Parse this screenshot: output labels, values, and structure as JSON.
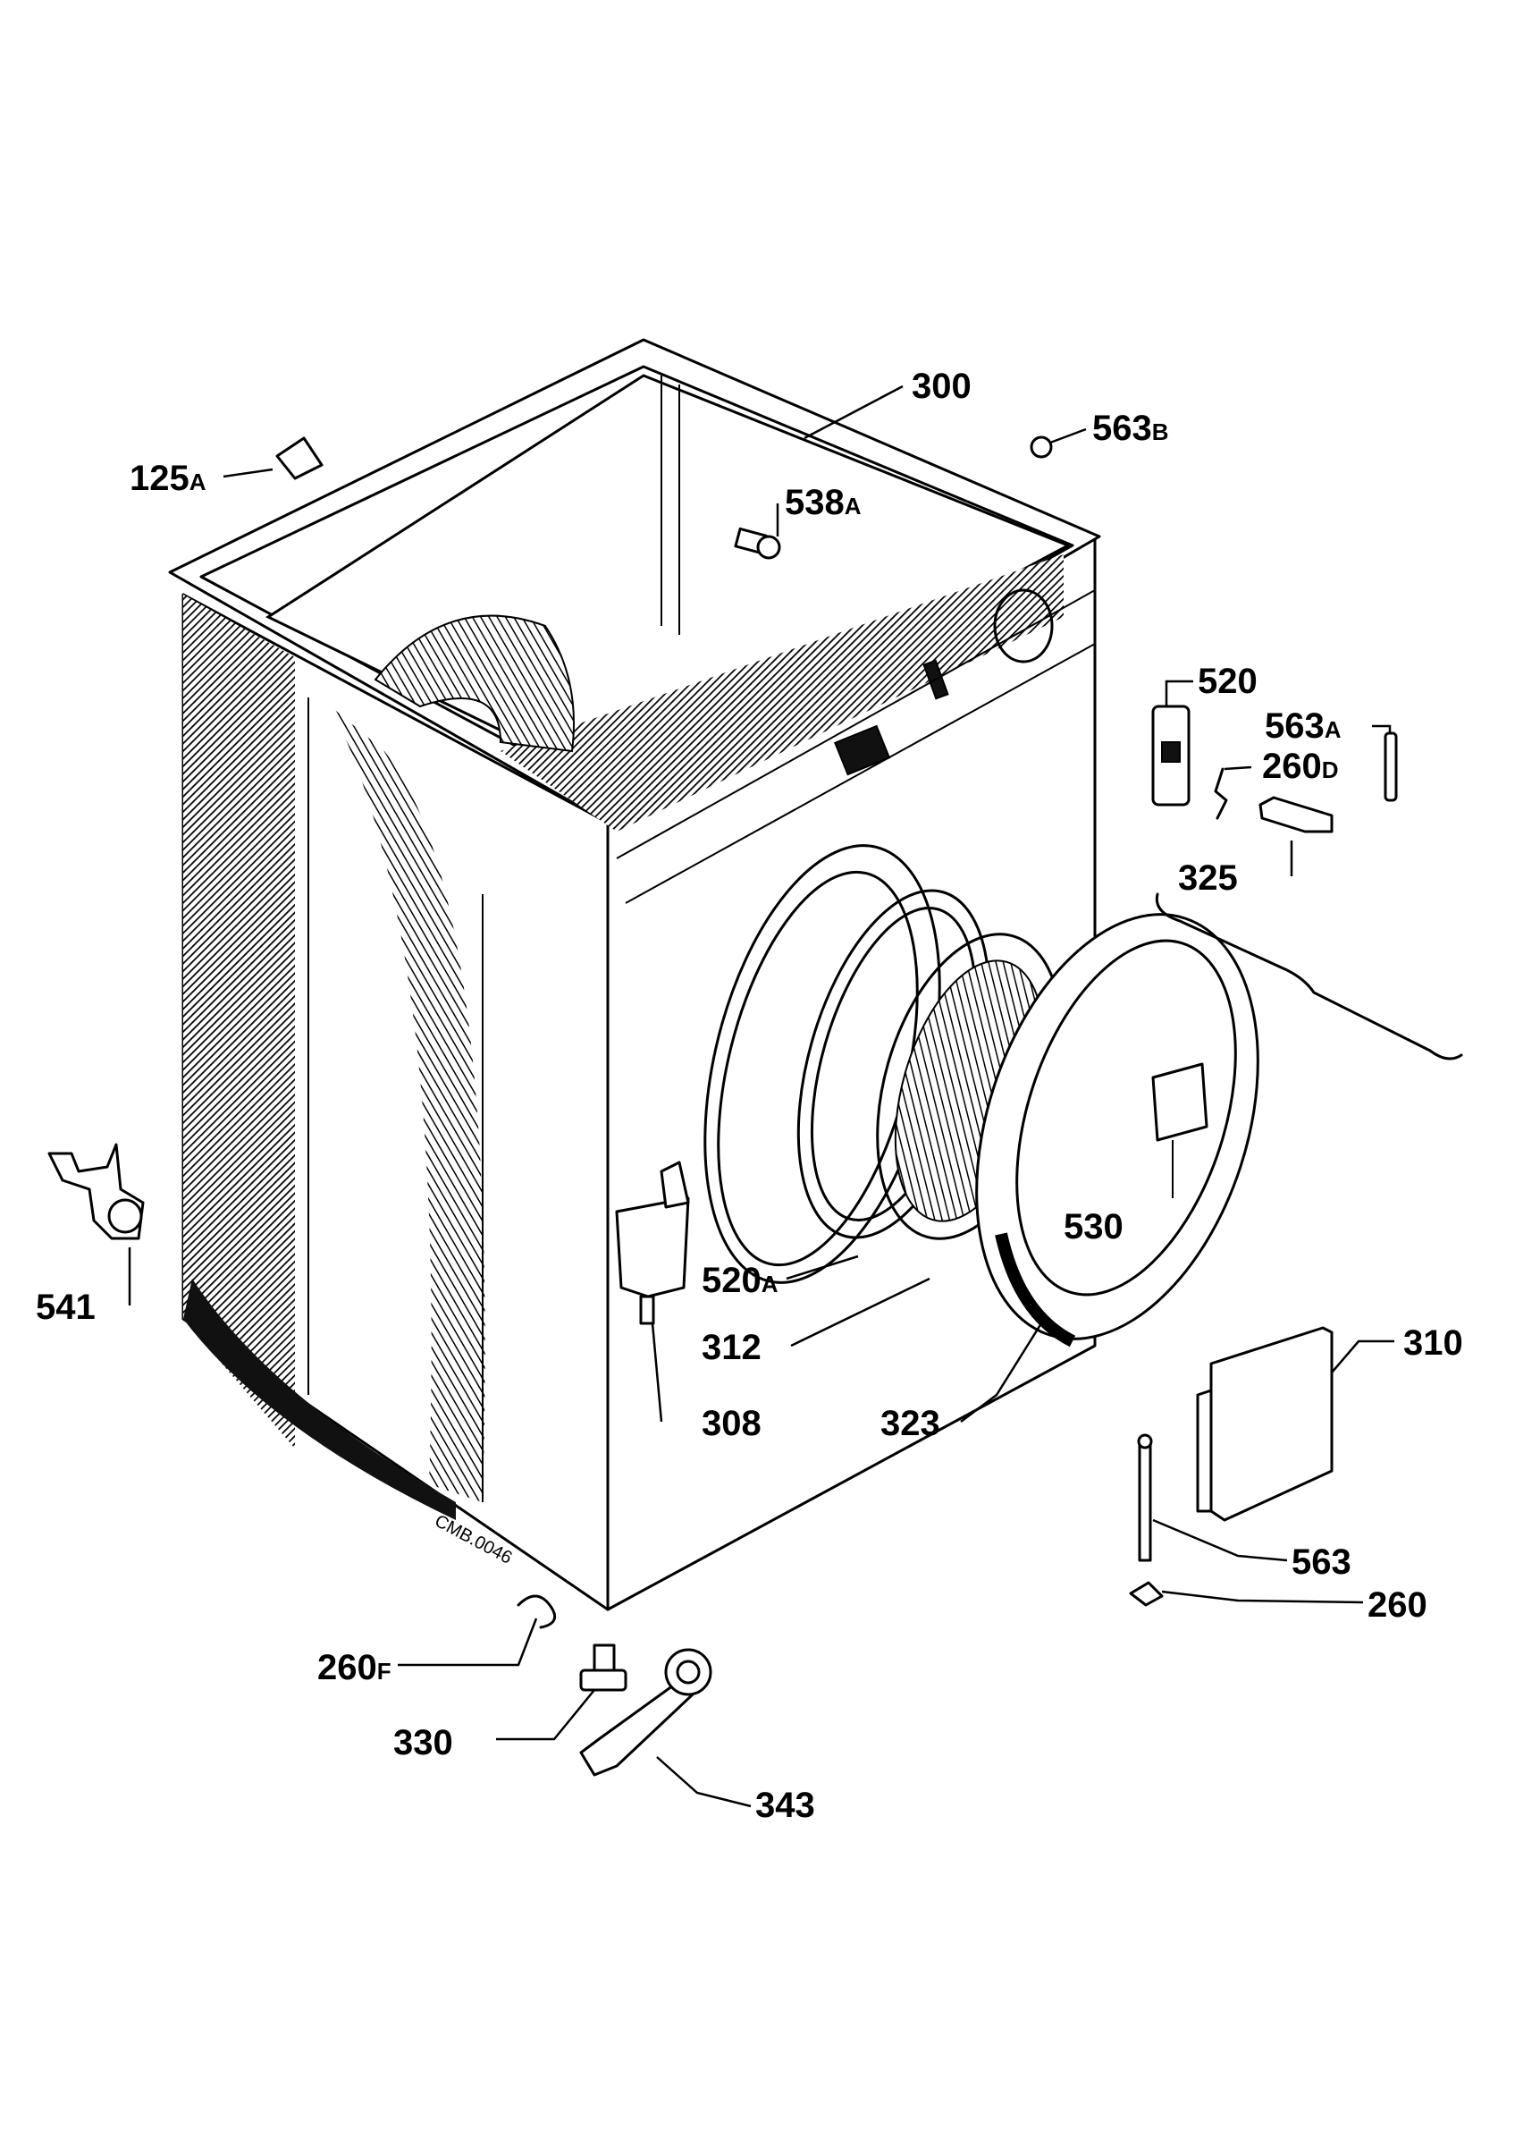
{
  "drawing_code": "CMB.0046",
  "labels": {
    "p300": {
      "num": "300",
      "suffix": ""
    },
    "p563b": {
      "num": "563",
      "suffix": "B"
    },
    "p125a": {
      "num": "125",
      "suffix": "A"
    },
    "p538a": {
      "num": "538",
      "suffix": "A"
    },
    "p520": {
      "num": "520",
      "suffix": ""
    },
    "p563a": {
      "num": "563",
      "suffix": "A"
    },
    "p260d": {
      "num": "260",
      "suffix": "D"
    },
    "p325": {
      "num": "325",
      "suffix": ""
    },
    "p530": {
      "num": "530",
      "suffix": ""
    },
    "p541": {
      "num": "541",
      "suffix": ""
    },
    "p520a": {
      "num": "520",
      "suffix": "A"
    },
    "p312": {
      "num": "312",
      "suffix": ""
    },
    "p308": {
      "num": "308",
      "suffix": ""
    },
    "p323": {
      "num": "323",
      "suffix": ""
    },
    "p310": {
      "num": "310",
      "suffix": ""
    },
    "p563": {
      "num": "563",
      "suffix": ""
    },
    "p260": {
      "num": "260",
      "suffix": ""
    },
    "p260f": {
      "num": "260",
      "suffix": "F"
    },
    "p330": {
      "num": "330",
      "suffix": ""
    },
    "p343": {
      "num": "343",
      "suffix": ""
    }
  }
}
